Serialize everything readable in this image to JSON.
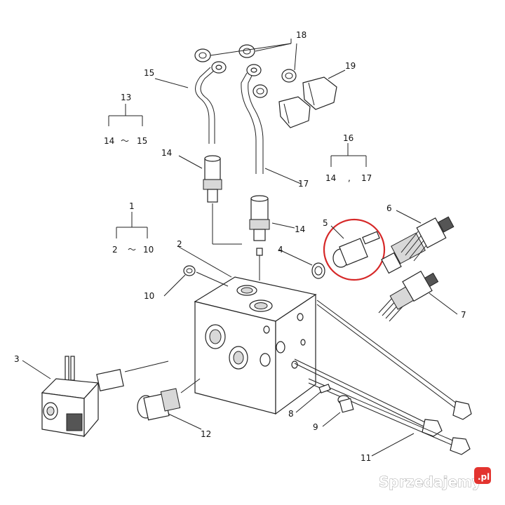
{
  "labels": {
    "n1": "1",
    "n1_range_from": "2",
    "n1_range_sep": "～",
    "n1_range_to": "10",
    "n2": "2",
    "n3": "3",
    "n4": "4",
    "n5": "5",
    "n6": "6",
    "n7": "7",
    "n8": "8",
    "n9": "9",
    "n10": "10",
    "n11": "11",
    "n12": "12",
    "n13": "13",
    "n13_range_from": "14",
    "n13_range_sep": "～",
    "n13_range_to": "15",
    "n14a": "14",
    "n14b": "14",
    "n15": "15",
    "n16": "16",
    "n16_from": "14",
    "n16_sep": ",",
    "n16_to": "17",
    "n17": "17",
    "n18": "18",
    "n19": "19"
  },
  "highlight": {
    "target": "5",
    "color": "#d62828"
  },
  "watermark": {
    "text": "Sprzedajemy",
    "suffix": ".pl",
    "badge_color": "#e3342f"
  }
}
